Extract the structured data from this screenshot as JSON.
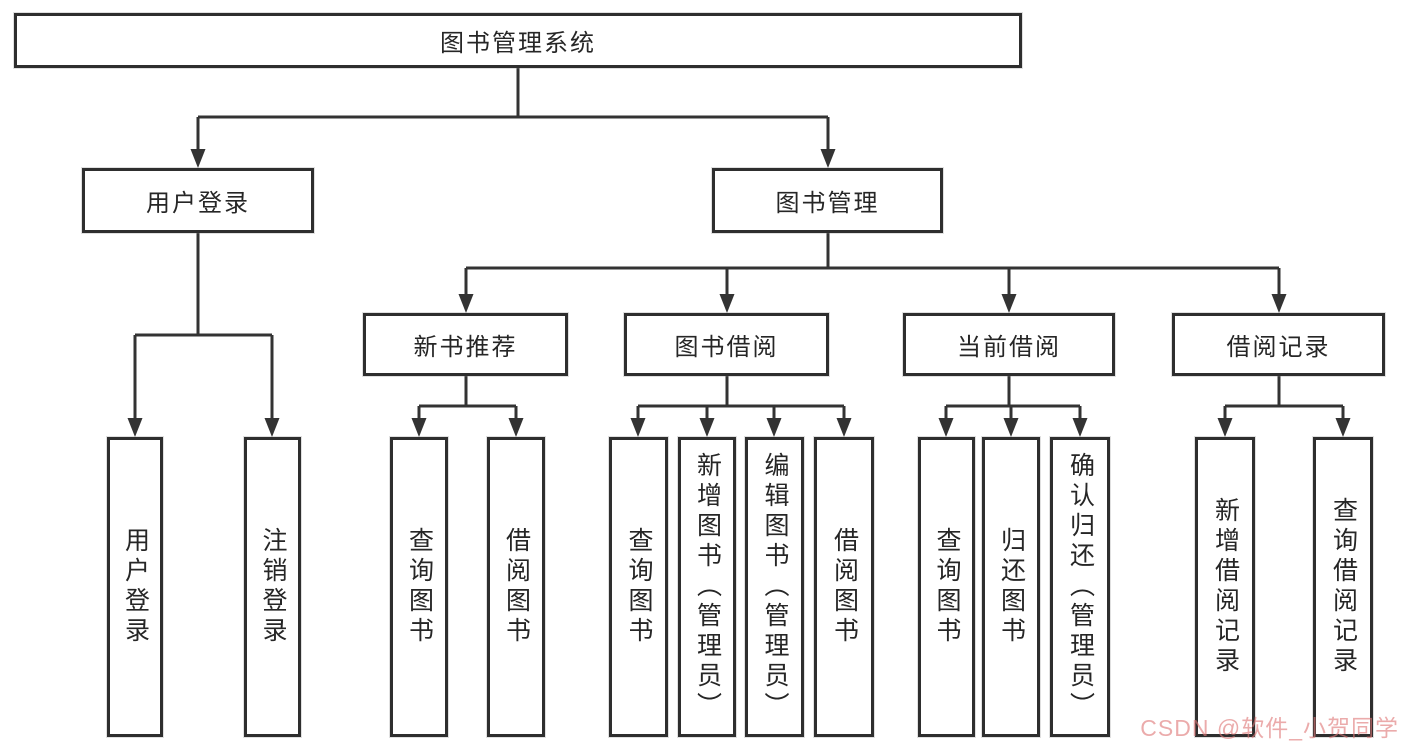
{
  "tree": {
    "label": "图书管理系统",
    "children": [
      {
        "label": "用户登录",
        "children": [
          {
            "label": "用户登录"
          },
          {
            "label": "注销登录"
          }
        ]
      },
      {
        "label": "图书管理",
        "children": [
          {
            "label": "新书推荐",
            "children": [
              {
                "label": "查询图书"
              },
              {
                "label": "借阅图书"
              }
            ]
          },
          {
            "label": "图书借阅",
            "children": [
              {
                "label": "查询图书"
              },
              {
                "label": "新增图书（管理员）"
              },
              {
                "label": "编辑图书（管理员）"
              },
              {
                "label": "借阅图书"
              }
            ]
          },
          {
            "label": "当前借阅",
            "children": [
              {
                "label": "查询图书"
              },
              {
                "label": "归还图书"
              },
              {
                "label": "确认归还（管理员）"
              }
            ]
          },
          {
            "label": "借阅记录",
            "children": [
              {
                "label": "新增借阅记录"
              },
              {
                "label": "查询借阅记录"
              }
            ]
          }
        ]
      }
    ]
  },
  "watermark": {
    "text": "CSDN @软件_小贺同学",
    "color": "rgba(222,120,120,0.62)"
  },
  "colors": {
    "line": "#333333",
    "box_border": "#2e2e2e",
    "background": "#ffffff",
    "text": "#262626"
  }
}
